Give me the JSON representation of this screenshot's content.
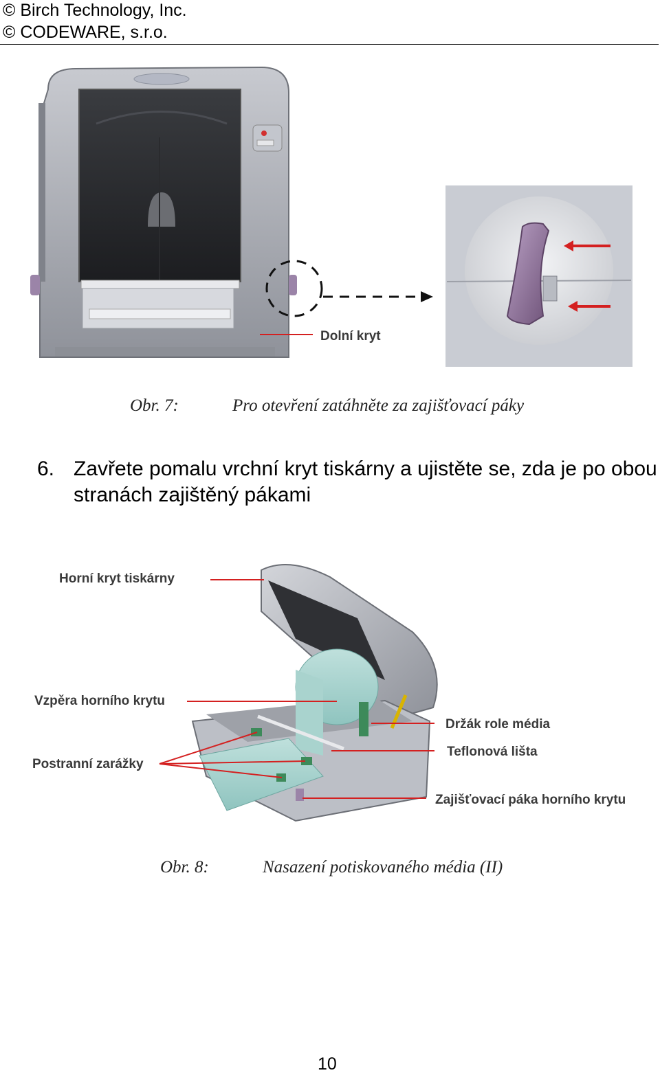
{
  "header": {
    "line1": "© Birch Technology,  Inc.",
    "line2": "© CODEWARE, s.r.o."
  },
  "figure1": {
    "label_lower_cover": "Dolní kryt",
    "caption_number": "Obr. 7:",
    "caption_text": "Pro otevření zatáhněte za zajišťovací páky"
  },
  "step": {
    "number": "6.",
    "text": "Zavřete pomalu vrchní kryt tiskárny a ujistěte se, zda je po obou stranách zajištěný pákami"
  },
  "figure2": {
    "labels": {
      "top_cover": "Horní kryt tiskárny",
      "cover_strut": "Vzpěra horního krytu",
      "side_stops": "Postranní zarážky",
      "media_holder": "Držák role média",
      "teflon_bar": "Teflonová lišta",
      "cover_lever": "Zajišťovací páka horního krytu"
    },
    "caption_number": "Obr. 8:",
    "caption_text": "Nasazení potiskovaného média (II)"
  },
  "footer": {
    "page_number": "10"
  },
  "colors": {
    "callout_line": "#d42020",
    "printer_grey": "#a9abb3",
    "lever_purple": "#8a6d96"
  }
}
